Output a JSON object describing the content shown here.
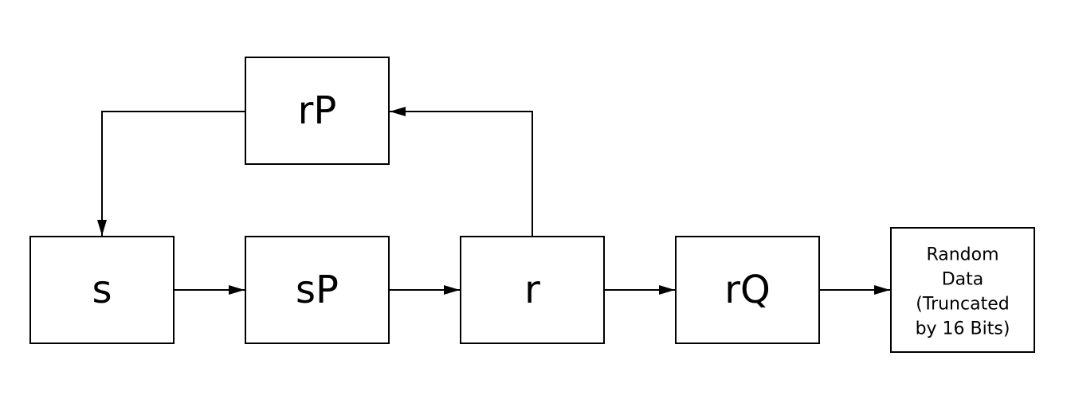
{
  "nodes": {
    "s": {
      "label": "s"
    },
    "sP": {
      "label": "sP"
    },
    "r": {
      "label": "r"
    },
    "rQ": {
      "label": "rQ"
    },
    "rP": {
      "label": "rP"
    },
    "random_data": {
      "lines": [
        "Random",
        "Data",
        "(Truncated",
        "by 16 Bits)"
      ]
    }
  },
  "edges": [
    {
      "from": "s",
      "to": "sP"
    },
    {
      "from": "sP",
      "to": "r"
    },
    {
      "from": "r",
      "to": "rQ"
    },
    {
      "from": "rQ",
      "to": "random_data"
    },
    {
      "from": "r",
      "to": "rP"
    },
    {
      "from": "rP",
      "to": "s"
    }
  ],
  "colors": {
    "stroke": "#000000",
    "fill": "#ffffff"
  }
}
